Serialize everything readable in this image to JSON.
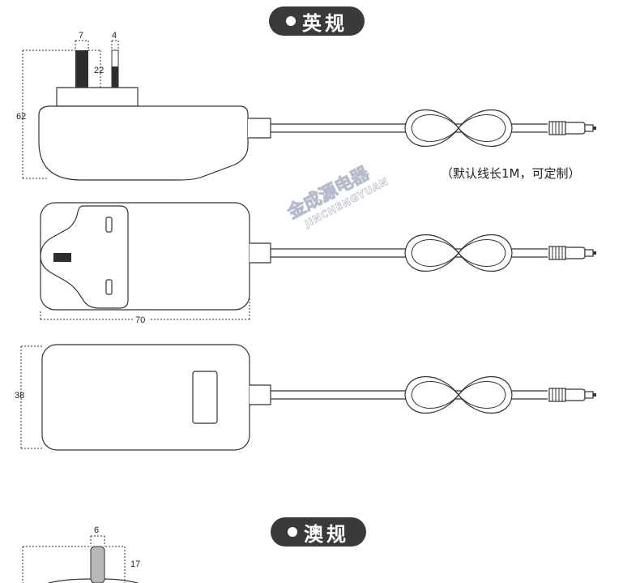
{
  "sections": {
    "uk_title": "英规",
    "au_title": "澳规"
  },
  "dimensions": {
    "prong_width": "7",
    "prong_thickness": "4",
    "prong_length": "22",
    "side_height": "62",
    "body_length": "70",
    "body_depth": "38",
    "au_prong_width": "6",
    "au_prong_length": "17"
  },
  "note": "（默认线长1M，可定制）",
  "watermark": {
    "cn": "金成源电器",
    "en": "JINCHENGYUAN"
  },
  "colors": {
    "pill_bg": "#3a3a3a",
    "line": "#333333"
  }
}
